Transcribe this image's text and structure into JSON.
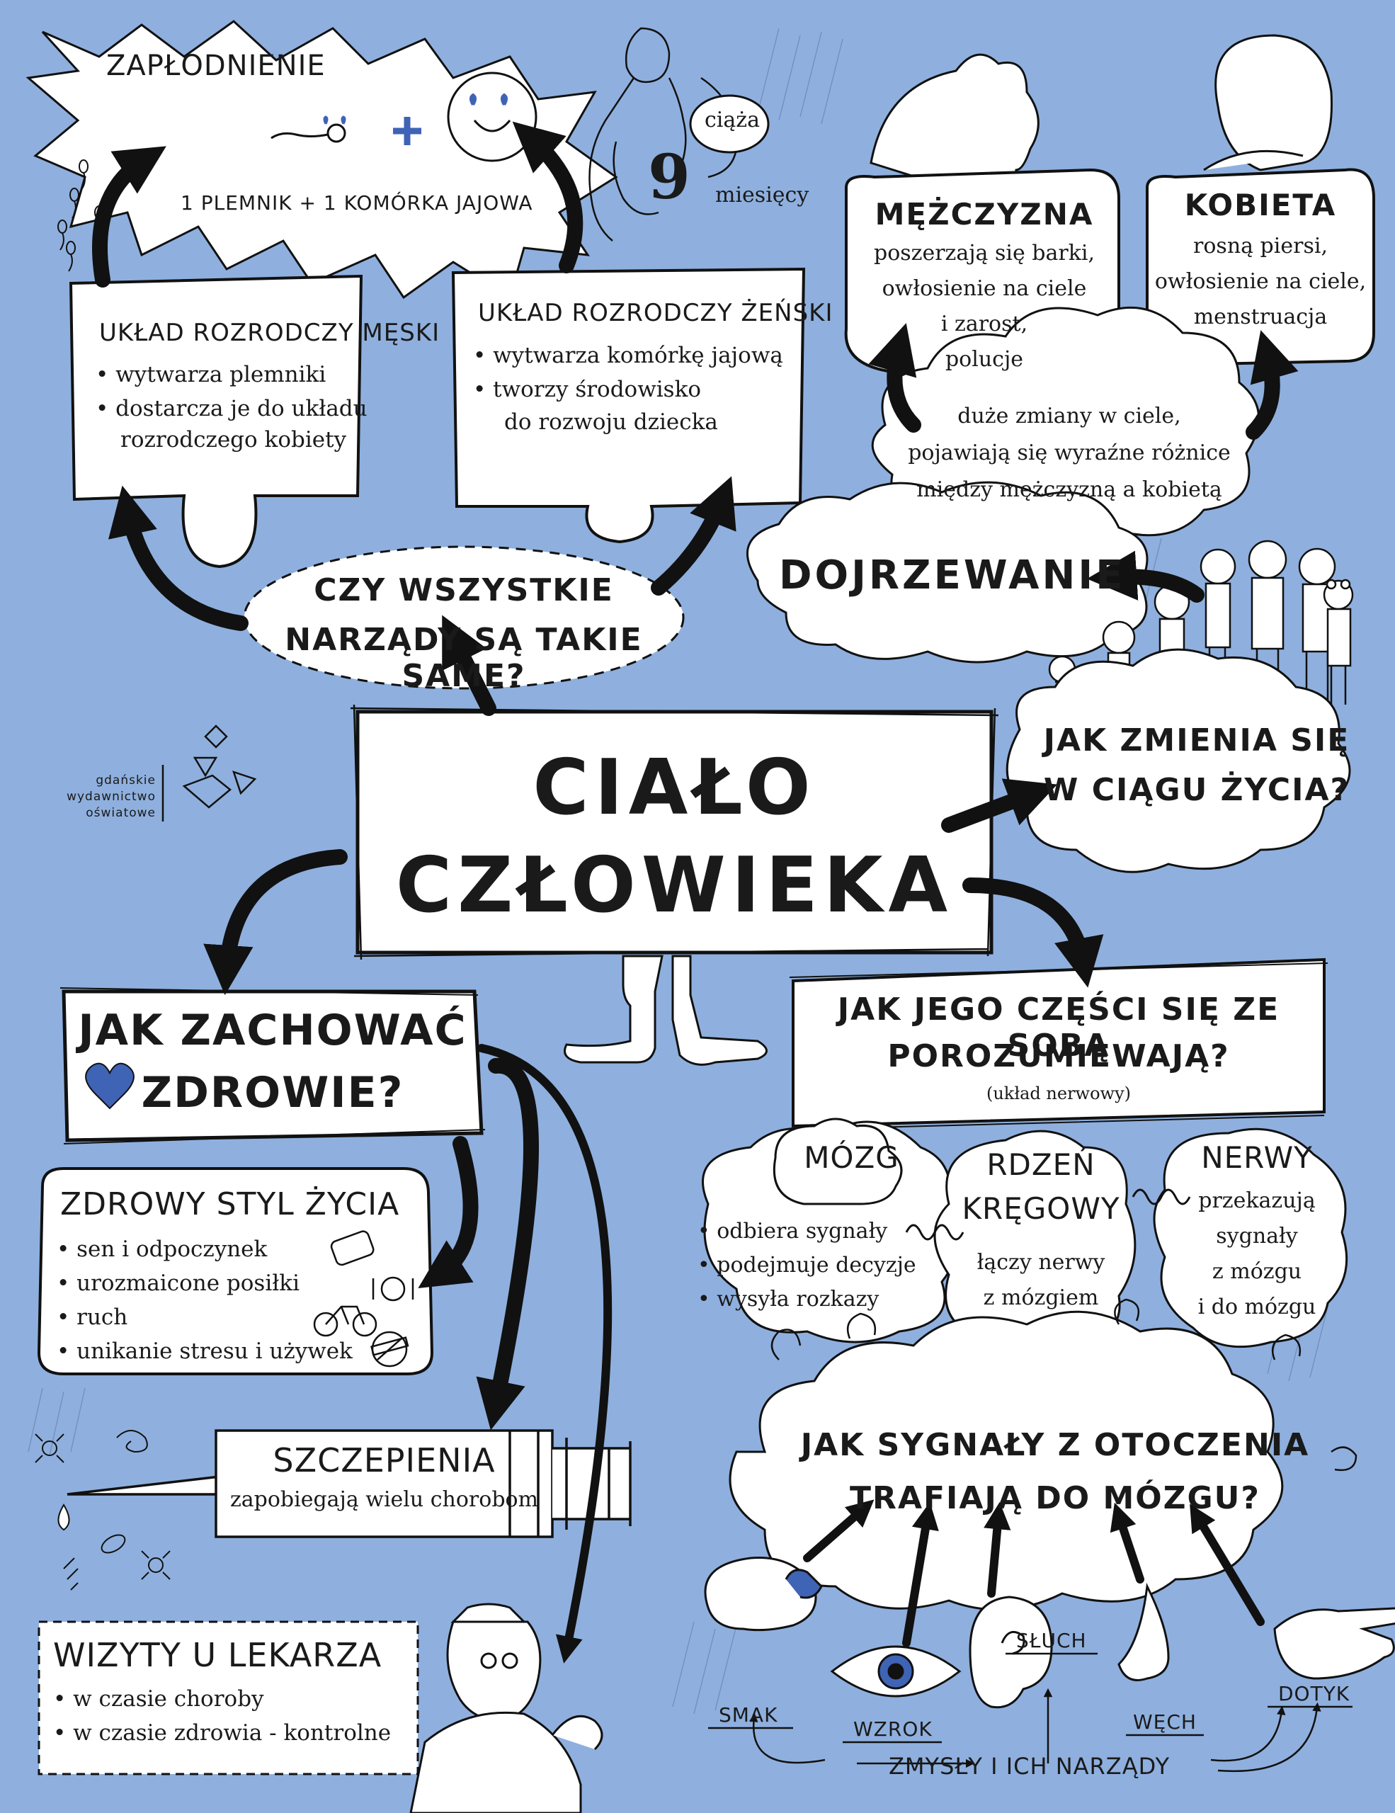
{
  "title": {
    "line1": "CIAŁO",
    "line2": "CZŁOWIEKA"
  },
  "publisher": {
    "line1": "gdańskie",
    "line2": "wydawnictwo",
    "line3": "oświatowe"
  },
  "fertilization": {
    "label": "ZAPŁODNIENIE",
    "formula": "1 PLEMNIK + 1 KOMÓRKA JAJOWA"
  },
  "pregnancy": {
    "label": "ciąża",
    "number": "9",
    "unit": "miesięcy"
  },
  "male_system": {
    "title": "UKŁAD ROZRODCZY MĘSKI",
    "items": [
      "wytwarza plemniki",
      "dostarcza je do układu",
      "rozrodczego kobiety"
    ]
  },
  "female_system": {
    "title": "UKŁAD ROZRODCZY ŻEŃSKI",
    "items": [
      "wytwarza komórkę jajową",
      "tworzy środowisko",
      "do rozwoju dziecka"
    ]
  },
  "question_organs": {
    "line1": "CZY WSZYSTKIE",
    "line2": "NARZĄDY SĄ TAKIE SAME?"
  },
  "man": {
    "title": "MĘŻCZYZNA",
    "lines": [
      "poszerzają się barki,",
      "owłosienie na ciele",
      "i zarost,",
      "polucje"
    ]
  },
  "woman": {
    "title": "KOBIETA",
    "lines": [
      "rosną piersi,",
      "owłosienie na ciele,",
      "menstruacja"
    ]
  },
  "body_changes": {
    "lines": [
      "duże zmiany w ciele,",
      "pojawiają się wyraźne różnice",
      "między mężczyzną a kobietą"
    ]
  },
  "puberty": {
    "label": "DOJRZEWANIE"
  },
  "question_life": {
    "line1": "JAK ZMIENIA SIĘ",
    "line2": "W CIĄGU ŻYCIA?"
  },
  "question_health": {
    "line1": "JAK ZACHOWAĆ",
    "line2": "ZDROWIE?"
  },
  "healthy_lifestyle": {
    "title": "ZDROWY STYL ŻYCIA",
    "items": [
      "sen i odpoczynek",
      "urozmaicone posiłki",
      "ruch",
      "unikanie stresu i używek"
    ]
  },
  "vaccination": {
    "title": "SZCZEPIENIA",
    "text": "zapobiegają wielu chorobom"
  },
  "doctor_visits": {
    "title": "WIZYTY U LEKARZA",
    "items": [
      "w czasie choroby",
      "w czasie zdrowia - kontrolne"
    ]
  },
  "question_communication": {
    "line1": "JAK JEGO CZĘŚCI SIĘ ZE SOBĄ",
    "line2": "POROZUMIEWAJĄ?",
    "note": "(układ nerwowy)"
  },
  "brain": {
    "title": "MÓZG",
    "items": [
      "odbiera sygnały",
      "podejmuje decyzje",
      "wysyła rozkazy"
    ]
  },
  "spinal_cord": {
    "title_line1": "RDZEŃ",
    "title_line2": "KRĘGOWY",
    "lines": [
      "łączy nerwy",
      "z mózgiem"
    ]
  },
  "nerves": {
    "title": "NERWY",
    "lines": [
      "przekazują",
      "sygnały",
      "z mózgu",
      "i do mózgu"
    ]
  },
  "question_signals": {
    "line1": "JAK SYGNAŁY Z OTOCZENIA",
    "line2": "TRAFIAJĄ DO MÓZGU?"
  },
  "senses": {
    "taste": "SMAK",
    "sight": "WZROK",
    "hearing": "SŁUCH",
    "smell": "WĘCH",
    "touch": "DOTYK",
    "caption": "ZMYSŁY I ICH NARZĄDY"
  },
  "colors": {
    "background": "#8fb0de",
    "ink": "#1a1a1a",
    "paper": "#ffffff",
    "accent": "#3f63b5"
  }
}
